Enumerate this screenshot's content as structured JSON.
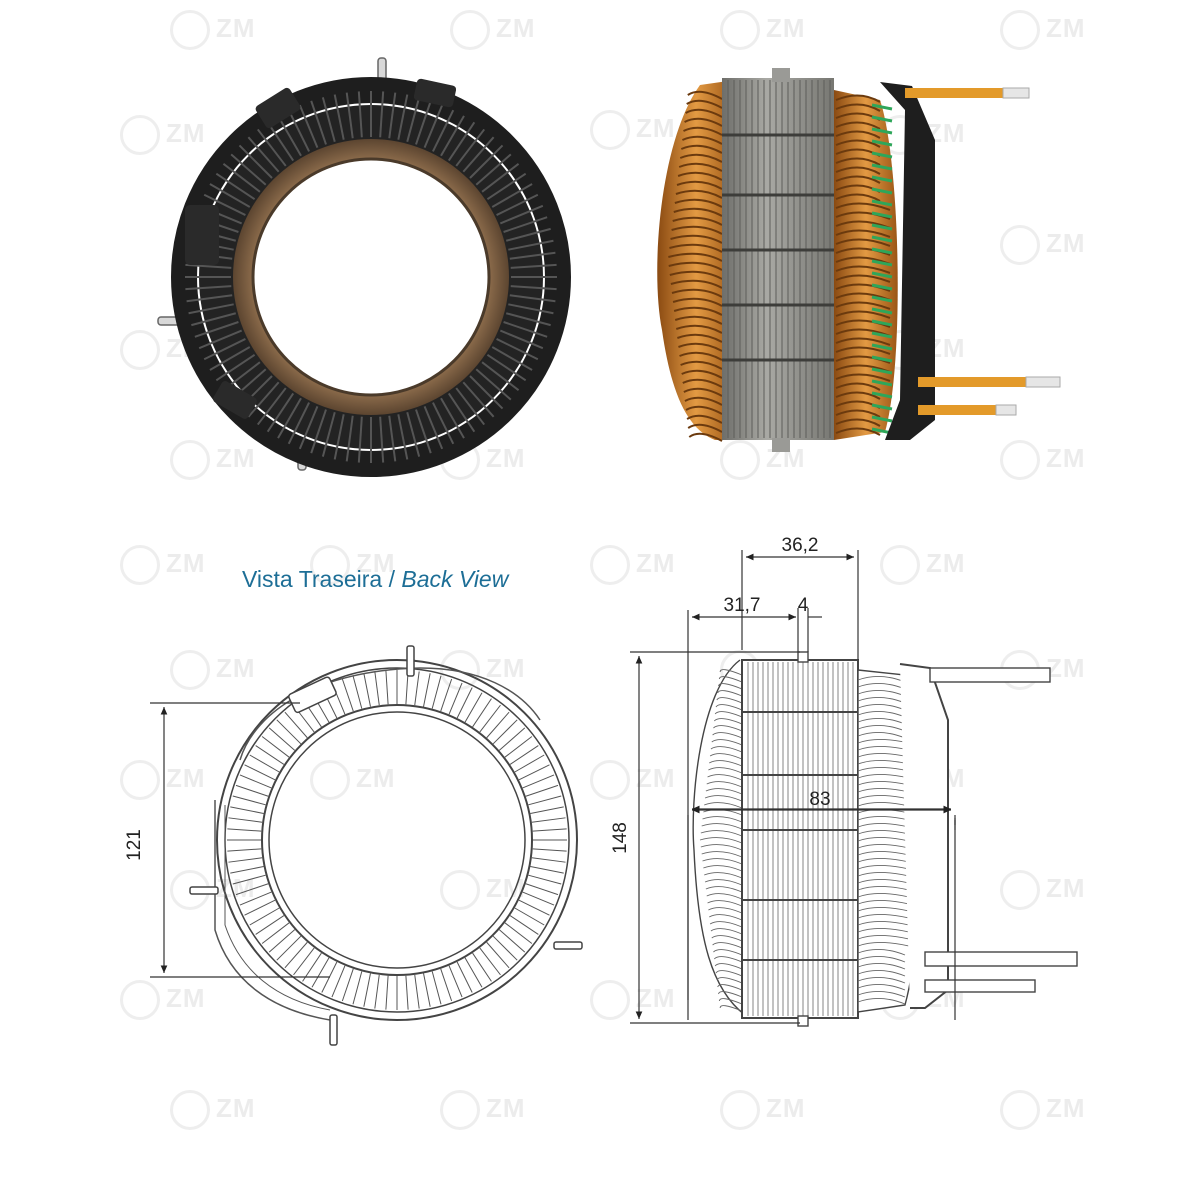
{
  "watermark": {
    "text": "ZM"
  },
  "view_label": {
    "pt": "Vista Traseira",
    "separator": " / ",
    "en": "Back View"
  },
  "dimensions": {
    "top_width": "36,2",
    "left_offset": "31,7",
    "tab_width": "4",
    "height": "148",
    "inner_diameter": "121",
    "total_length": "83"
  },
  "colors": {
    "copper": "#c9771f",
    "copper_light": "#e6a14a",
    "steel": "#8c8c88",
    "plastic": "#1e1e1e",
    "label_blue": "#1d6e96",
    "wire_green": "#2ea65a"
  }
}
